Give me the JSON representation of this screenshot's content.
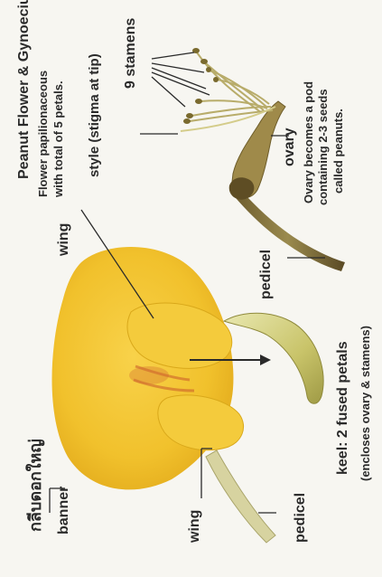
{
  "title": "Peanut Flower & Gynoecium",
  "subtitle_line1": "Flower papilionaceous",
  "subtitle_line2": "with total of 5 petals.",
  "labels": {
    "style": "style (stigma at tip)",
    "stamens": "9 stamens",
    "ovary": "ovary",
    "ovary_note_line1": "Ovary becomes a pod",
    "ovary_note_line2": "containing 2-3 seeds",
    "ovary_note_line3": "called peanuts.",
    "wing_top": "wing",
    "pedicel_top": "pedicel",
    "keel_line1": "keel: 2 fused petals",
    "keel_line2": "(encloses ovary & stamens)",
    "thai_label": "กลีบดอกใหญ่",
    "banner": "banner",
    "wing_bottom": "wing",
    "pedicel_bottom": "pedicel"
  },
  "colors": {
    "petal_yellow": "#f1c12c",
    "petal_light": "#f6d870",
    "stem_olive": "#8a7a40",
    "stem_dark": "#5a4a25",
    "keel_green": "#d8d37a",
    "text": "#2a2a2a",
    "background": "#f7f6f1"
  }
}
